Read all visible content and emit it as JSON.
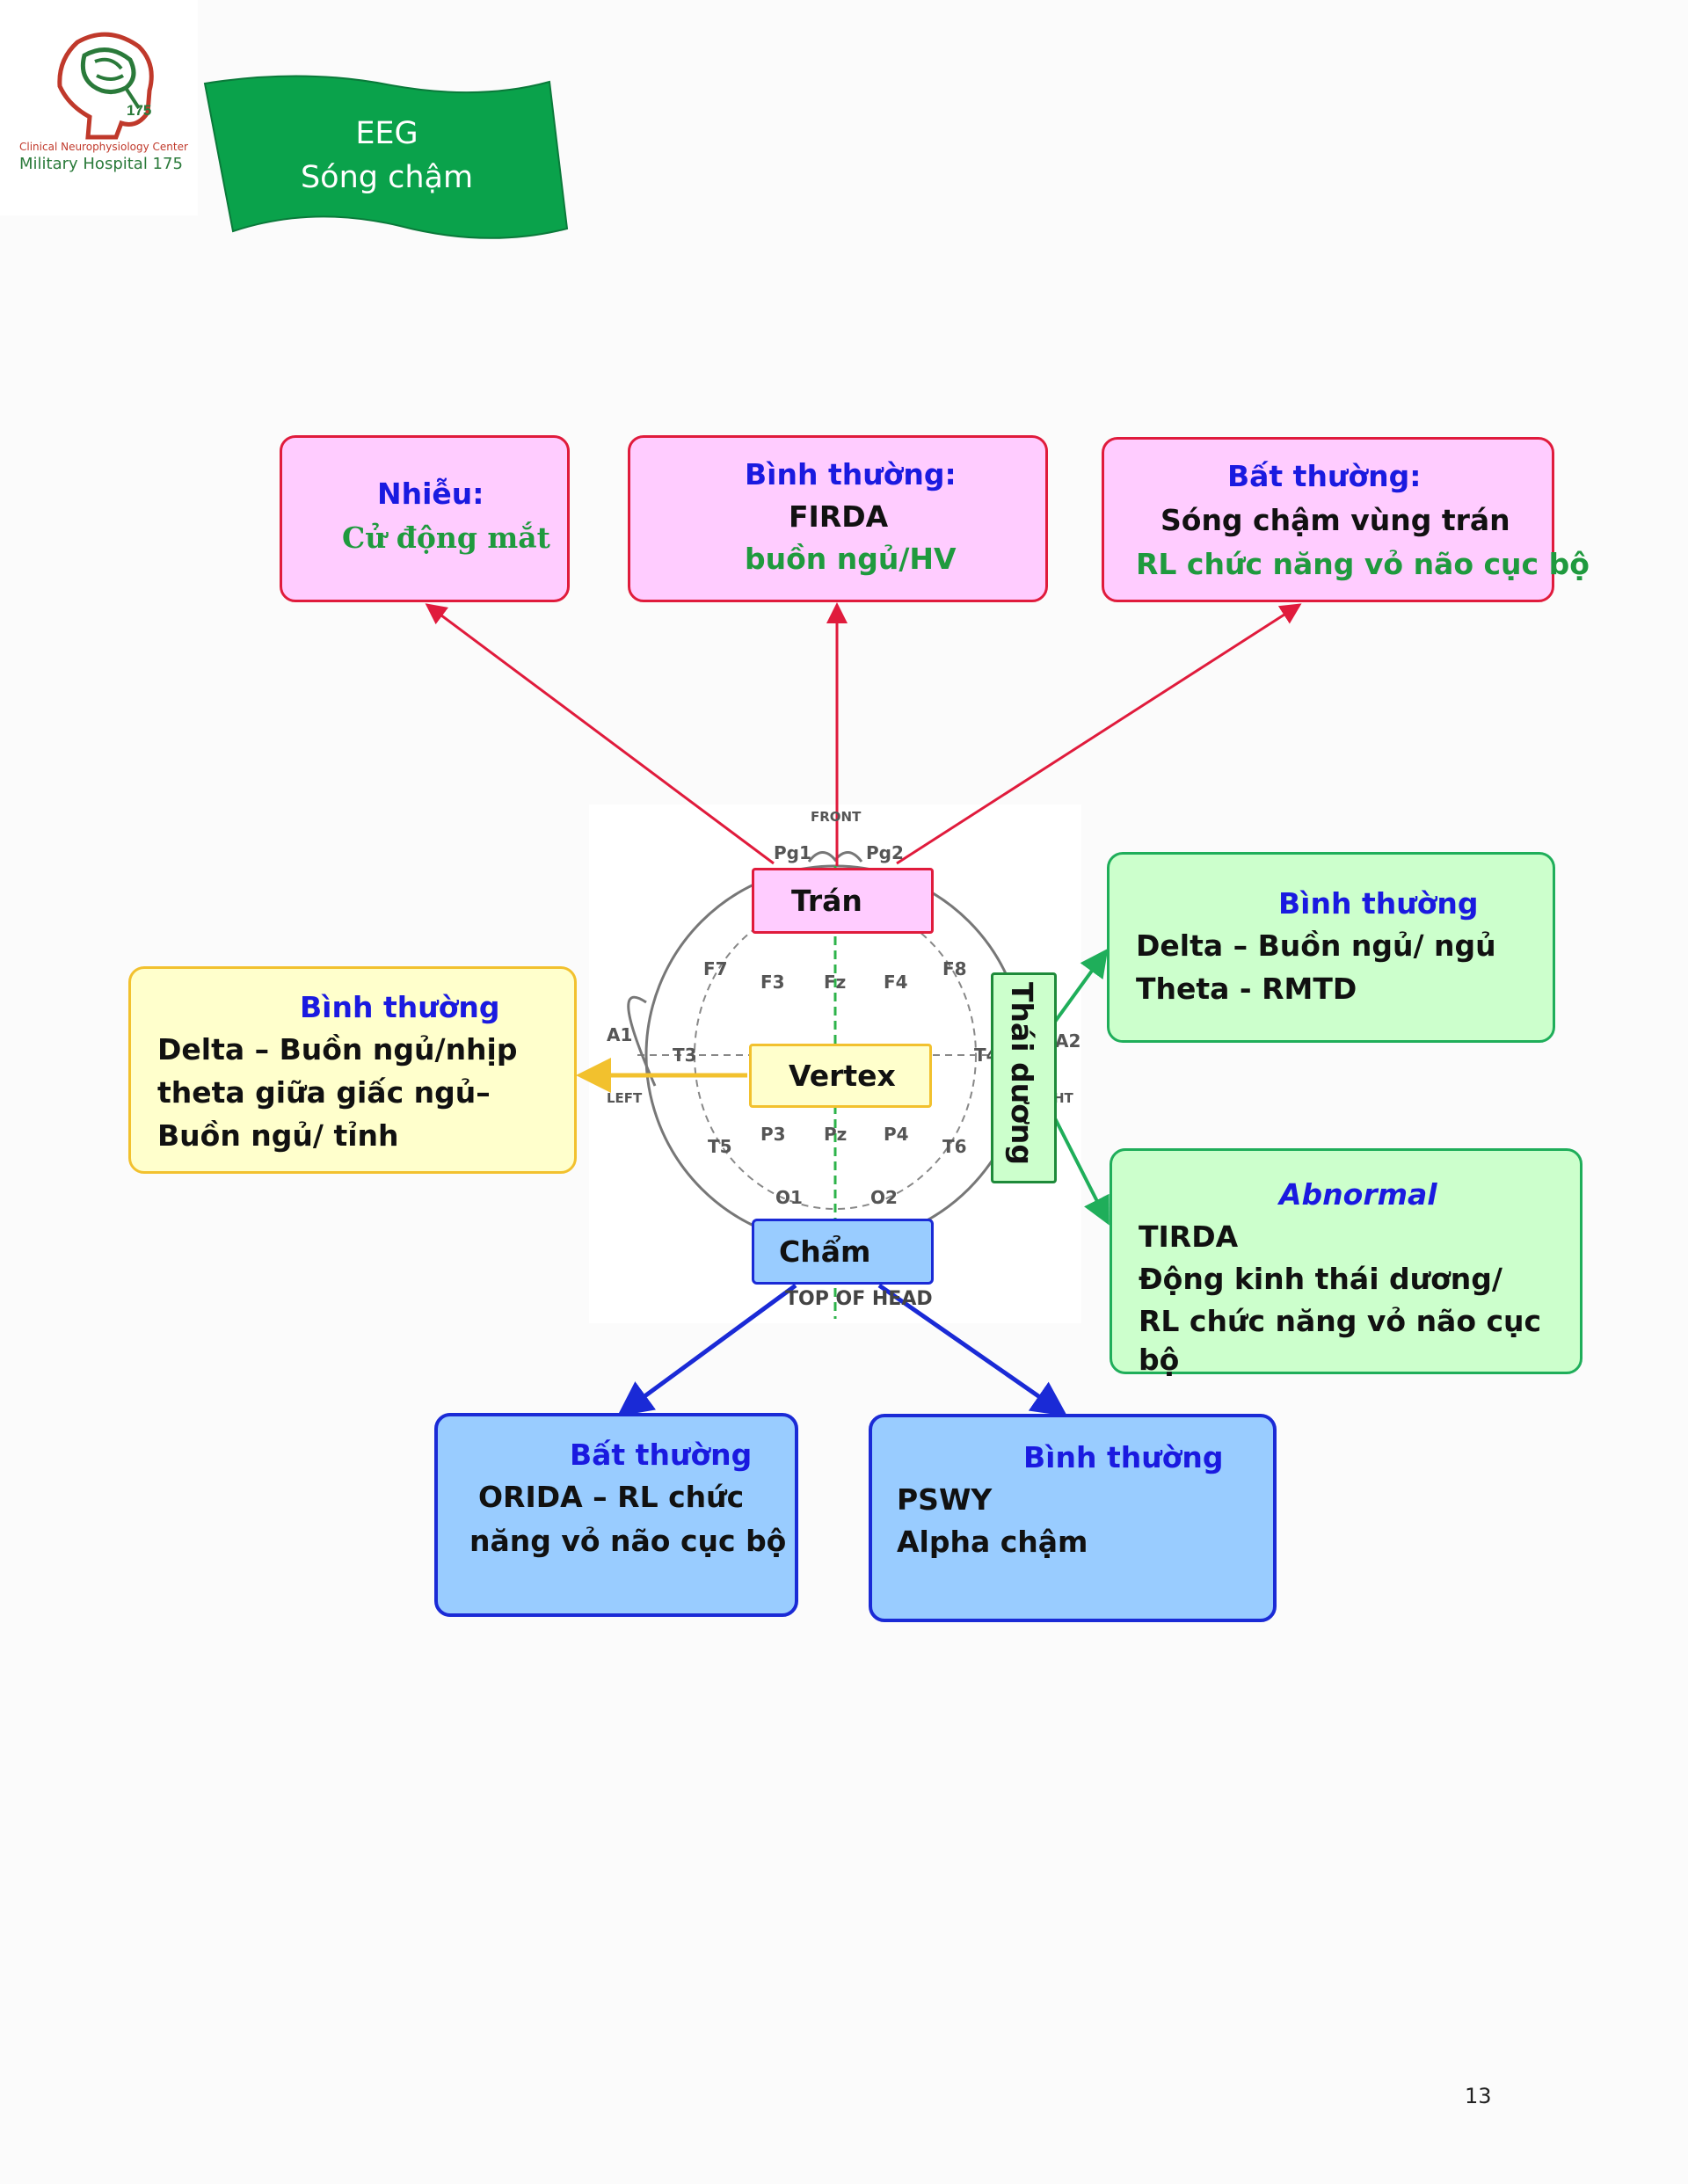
{
  "logo": {
    "org_line1": "Clinical Neurophysiology Center",
    "org_line2": "Military Hospital 175",
    "badge_number": "175"
  },
  "banner": {
    "line1": "EEG",
    "line2": "Sóng chậm"
  },
  "head_diagram": {
    "front_label": "FRONT",
    "left_label": "LEFT",
    "right_label_fragment": "HT",
    "bottom_label": "TOP OF HEAD",
    "electrodes": [
      "Pg1",
      "Pg2",
      "F7",
      "F3",
      "Fz",
      "F4",
      "F8",
      "A1",
      "T3",
      "T4",
      "A2",
      "T5",
      "P3",
      "Pz",
      "P4",
      "T6",
      "O1",
      "O2"
    ]
  },
  "nodes": {
    "tron": "Trán",
    "vertex": "Vertex",
    "thai_duong": "Thái dương",
    "cham": "Chẩm"
  },
  "boxes": {
    "nhieu": {
      "title": "Nhiễu:",
      "line1": "Cử động mắt"
    },
    "tron_normal": {
      "title": "Bình thường:",
      "line1": "FIRDA",
      "line2": "buồn ngủ/HV"
    },
    "tron_abnormal": {
      "title": "Bất thường:",
      "line1": "Sóng chậm vùng trán",
      "line2": "RL chức năng vỏ não cục bộ"
    },
    "vertex_normal": {
      "title": "Bình thường",
      "line1": "Delta – Buồn ngủ/nhịp",
      "line2": "theta giữa giấc ngủ–",
      "line3": "Buồn ngủ/ tỉnh"
    },
    "temporal_normal": {
      "title": "Bình thường",
      "line1": "Delta – Buồn ngủ/ ngủ",
      "line2": "Theta - RMTD"
    },
    "temporal_abnormal": {
      "title": "Abnormal",
      "line1": "TIRDA",
      "line2": "Động kinh thái dương/",
      "line3": "RL chức năng vỏ não cục",
      "line4": "bộ"
    },
    "occipital_abnormal": {
      "title": "Bất thường",
      "line1": "ORIDA – RL chức",
      "line2": "năng vỏ não cục bộ"
    },
    "occipital_normal": {
      "title": "Bình thường",
      "line1": "PSWY",
      "line2": "Alpha chậm"
    }
  },
  "colors": {
    "pink_fill": "#ffccff",
    "red_arrow": "#e01b3c",
    "green_fill": "#ccffcc",
    "green_arrow": "#1fae5a",
    "yellow_fill": "#ffffcc",
    "yellow_arrow": "#f2c12e",
    "blue_fill": "#99ccff",
    "blue_arrow": "#1a2ad6",
    "banner": "#0aa24b"
  },
  "page_number": "13"
}
